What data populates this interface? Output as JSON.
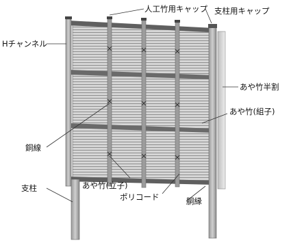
{
  "labels": {
    "artificial_bamboo_cap": "人工竹用キャップ",
    "post_cap": "支柱用キャップ",
    "h_channel": "Hチャンネル",
    "ayatake_half": "あや竹半割",
    "ayatake_kumiko": "あや竹(組子)",
    "copper_wire": "銅線",
    "post": "支柱",
    "ayatake_tateko": "あや竹(立子)",
    "poly_cord": "ポリコード",
    "dobuchi": "胴縁"
  },
  "colors": {
    "panel": "#d4d4d4",
    "slat_line": "#8a8a8a",
    "rail": "#5e5e5e",
    "post": "#7a7a7a",
    "text": "#111111"
  }
}
